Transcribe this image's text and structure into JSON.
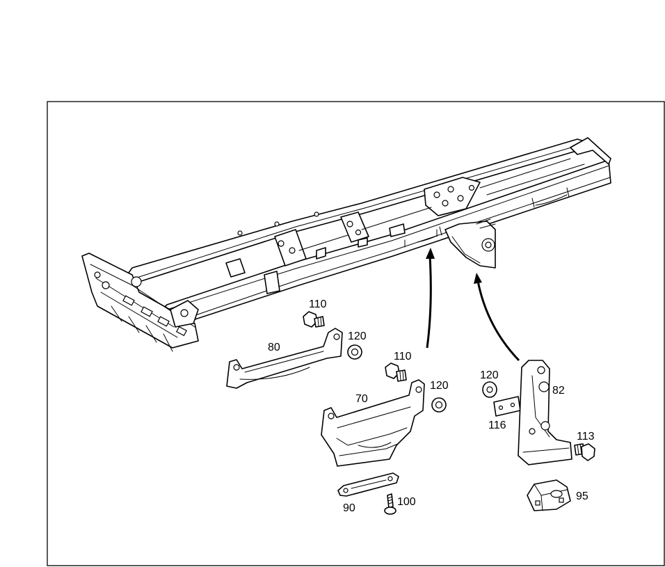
{
  "callouts": {
    "p110a": "110",
    "p120a": "120",
    "p80": "80",
    "p110b": "110",
    "p120b": "120",
    "p70": "70",
    "p120c": "120",
    "p82": "82",
    "p116": "116",
    "p113": "113",
    "p95": "95",
    "p90": "90",
    "p100": "100"
  },
  "colors": {
    "line": "#000000",
    "background": "#ffffff"
  }
}
